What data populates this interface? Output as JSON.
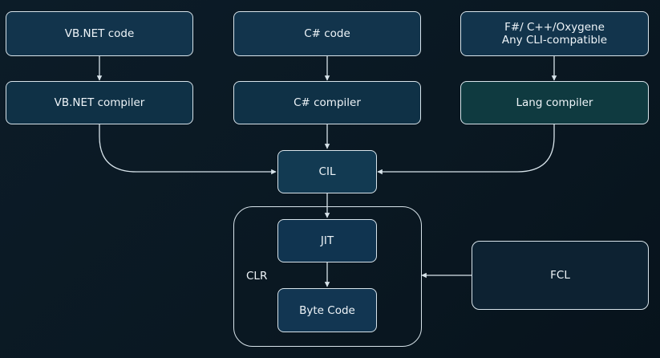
{
  "nodes": {
    "vbnet_code": "VB.NET code",
    "csharp_code": "C# code",
    "other_code_line1": "F#/ C++/Oxygene",
    "other_code_line2": "Any CLI-compatible",
    "vbnet_compiler": "VB.NET compiler",
    "csharp_compiler": "C# compiler",
    "lang_compiler": "Lang compiler",
    "cil": "CIL",
    "clr": "CLR",
    "jit": "JIT",
    "byte_code": "Byte Code",
    "fcl": "FCL"
  },
  "colors": {
    "background": "#0a1822",
    "stroke": "#d7e3ea",
    "box_fill": "#10324a"
  }
}
